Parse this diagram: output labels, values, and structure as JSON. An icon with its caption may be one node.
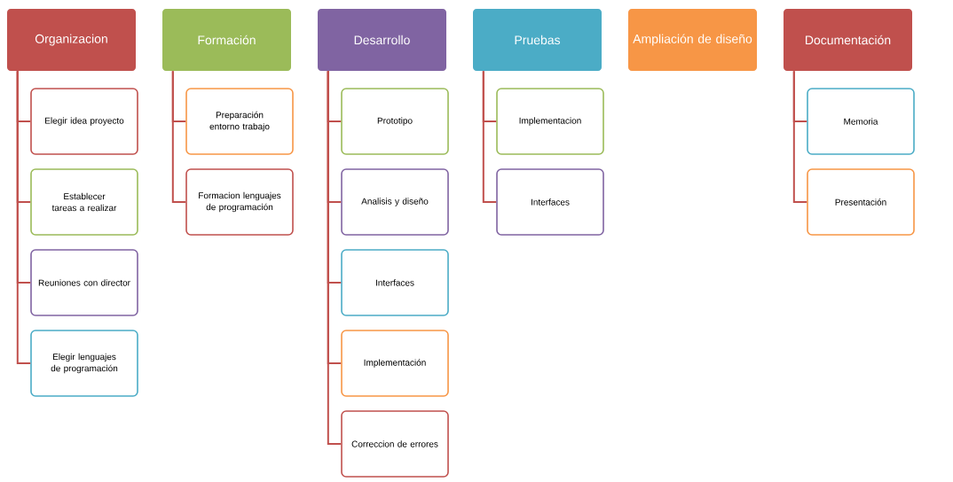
{
  "diagram": {
    "nodes": [
      {
        "text": [
          "Organizacion"
        ]
      },
      {
        "text": [
          "Elegir idea proyecto"
        ]
      },
      {
        "text": [
          "Establecer tareas a realizar"
        ]
      },
      {
        "text": [
          "Reuniones con director"
        ]
      },
      {
        "text": [
          "Elegir lenguajes de programación"
        ]
      },
      {
        "text": [
          "Formación"
        ]
      },
      {
        "text": [
          "Preparación entorno trabajo"
        ]
      },
      {
        "text": [
          "Formacion lenguajes de programación"
        ]
      },
      {
        "text": [
          "Desarrollo"
        ]
      },
      {
        "text": [
          "Prototipo"
        ]
      },
      {
        "text": [
          "Analisis y diseño"
        ]
      },
      {
        "text": [
          "Interfaces"
        ]
      },
      {
        "text": [
          "Implementación"
        ]
      },
      {
        "text": [
          "Correccion de errores"
        ]
      },
      {
        "text": [
          "Pruebas"
        ]
      },
      {
        "text": [
          "Implementacion"
        ]
      },
      {
        "text": [
          "Interfaces"
        ]
      },
      {
        "text": [
          "Ampliación de diseño"
        ]
      },
      {
        "text": [
          "Documentación"
        ]
      },
      {
        "text": [
          "Memoria"
        ]
      },
      {
        "text": [
          "Presentación"
        ]
      }
    ],
    "edges": [
      {
        "from": 0,
        "to": 1,
        "arrow": "none"
      },
      {
        "from": 0,
        "to": 2,
        "arrow": "none"
      },
      {
        "from": 0,
        "to": 3,
        "arrow": "none"
      },
      {
        "from": 0,
        "to": 4,
        "arrow": "none"
      },
      {
        "from": 5,
        "to": 6,
        "arrow": "none"
      },
      {
        "from": 5,
        "to": 7,
        "arrow": "none"
      },
      {
        "from": 8,
        "to": 9,
        "arrow": "none"
      },
      {
        "from": 8,
        "to": 10,
        "arrow": "none"
      },
      {
        "from": 8,
        "to": 11,
        "arrow": "none"
      },
      {
        "from": 8,
        "to": 12,
        "arrow": "none"
      },
      {
        "from": 8,
        "to": 13,
        "arrow": "none"
      },
      {
        "from": 14,
        "to": 15,
        "arrow": "none"
      },
      {
        "from": 14,
        "to": 16,
        "arrow": "none"
      },
      {
        "from": 18,
        "to": 19,
        "arrow": "none"
      },
      {
        "from": 18,
        "to": 20,
        "arrow": "none"
      }
    ]
  }
}
